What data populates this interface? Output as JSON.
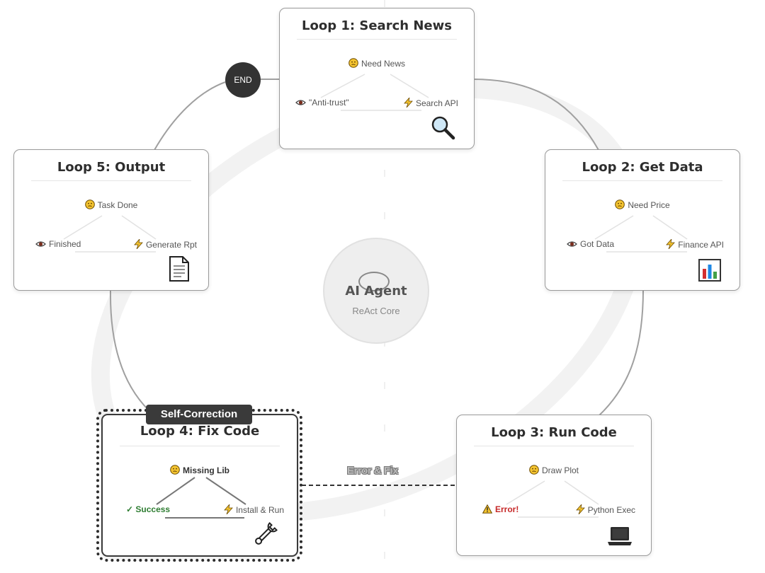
{
  "end_node": {
    "label": "END"
  },
  "core": {
    "title": "AI Agent",
    "subtitle": "ReAct Core"
  },
  "error_fix_label": "Error & Fix",
  "self_correction_label": "Self-Correction",
  "loops": [
    {
      "title": "Loop 1: Search News",
      "thought": "Need News",
      "observation": "\"Anti-trust\"",
      "action": "Search API",
      "icon": "magnifier-icon"
    },
    {
      "title": "Loop 2: Get Data",
      "thought": "Need Price",
      "observation": "Got Data",
      "action": "Finance API",
      "icon": "bar-chart-icon"
    },
    {
      "title": "Loop 3: Run Code",
      "thought": "Draw Plot",
      "observation": "Error!",
      "action": "Python Exec",
      "icon": "laptop-icon"
    },
    {
      "title": "Loop 4: Fix Code",
      "thought": "Missing Lib",
      "observation": "✓ Success",
      "action": "Install & Run",
      "icon": "wrench-icon"
    },
    {
      "title": "Loop 5: Output",
      "thought": "Task Done",
      "observation": "Finished",
      "action": "Generate Rpt",
      "icon": "document-icon"
    }
  ],
  "colors": {
    "error": "#c62828",
    "success": "#2e7d32",
    "dark": "#333333",
    "connector": "#a0a0a0"
  }
}
